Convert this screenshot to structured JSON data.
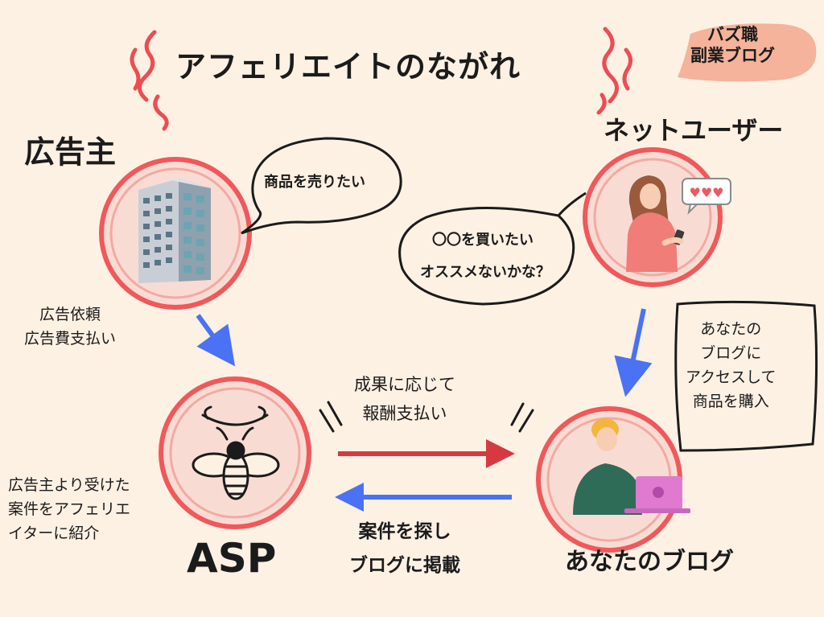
{
  "title": "アフェリエイトのながれ",
  "brand": {
    "line1": "バズ職",
    "line2": "副業ブログ"
  },
  "nodes": {
    "advertiser": {
      "label": "広告主"
    },
    "net_user": {
      "label": "ネットユーザー"
    },
    "asp": {
      "label": "ASP"
    },
    "your_blog": {
      "label": "あなたのブログ"
    }
  },
  "bubbles": {
    "advertiser": "商品を売りたい",
    "net_user_line1": "〇〇を買いたい",
    "net_user_line2": "オススメないかな？"
  },
  "notes": {
    "advertiser_to_asp": [
      "広告依頼",
      "広告費支払い"
    ],
    "asp": [
      "広告主より受けた",
      "案件をアフェリエ",
      "イターに紹介"
    ],
    "asp_to_blog": [
      "成果に応じて",
      "報酬支払い"
    ],
    "blog_to_asp": [
      "案件を探し",
      "ブログに掲載"
    ],
    "user_to_blog": [
      "あなたの",
      "ブログに",
      "アクセスして",
      "商品を購入"
    ]
  },
  "colors": {
    "background": "#fdf1e4",
    "ring": "#f0585a",
    "ring_fill": "#f8dcd4",
    "arrow_blue": "#4a72f2",
    "arrow_red": "#d63a40",
    "brand_bg": "#f4b39a",
    "squiggle": "#ec4d52"
  },
  "icons": [
    "building-icon",
    "woman-phone-icon",
    "hearts-icon",
    "bee-icon",
    "woman-laptop-icon"
  ]
}
